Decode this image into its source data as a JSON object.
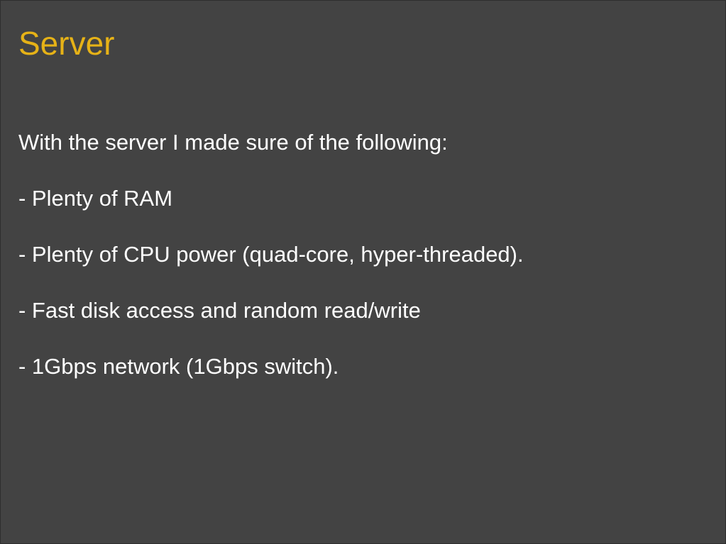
{
  "slide": {
    "title": "Server",
    "intro": "With the server I made sure of the following:",
    "bullets": [
      "- Plenty of RAM",
      "- Plenty of CPU power (quad-core, hyper-threaded).",
      "- Fast disk access and random read/write",
      "- 1Gbps network (1Gbps switch)."
    ]
  },
  "colors": {
    "background": "#434343",
    "title": "#e6b217",
    "text": "#ffffff"
  }
}
